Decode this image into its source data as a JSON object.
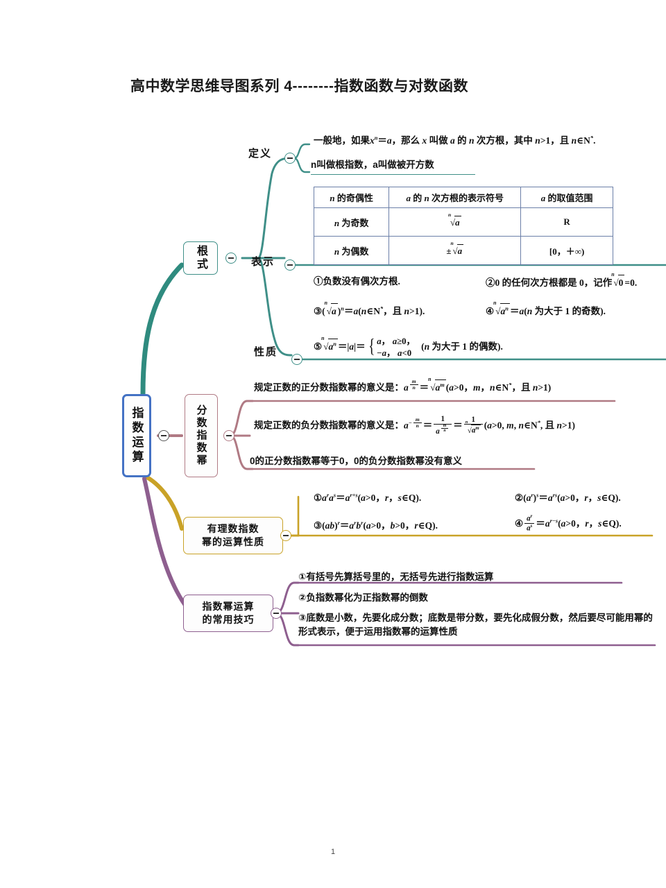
{
  "document": {
    "title": "高中数学思维导图系列 4--------指数函数与对数函数",
    "page_number": "1"
  },
  "colors": {
    "root_border": "#4472c4",
    "branch_teal": "#3f8f88",
    "branch_mauve": "#b07a84",
    "branch_gold": "#c9a227",
    "branch_purple": "#8e5f8f",
    "table_border": "#6b7fa8"
  },
  "mindmap": {
    "root": {
      "label": "指数运算"
    },
    "branches": [
      {
        "id": "radical",
        "label": "根式",
        "color": "#3f8f88",
        "children": [
          {
            "id": "definition",
            "label": "定义",
            "items": [
              "一般地，如果 xⁿ=a，那么 x 叫做 a 的 n 次方根，其中 n>1，且 n∈N*.",
              "n叫做根指数，a叫做被开方数"
            ]
          },
          {
            "id": "representation",
            "label": "表示",
            "table": {
              "headers": [
                "n 的奇偶性",
                "a 的 n 次方根的表示符号",
                "a 的取值范围"
              ],
              "rows": [
                [
                  "n 为奇数",
                  "ⁿ√a",
                  "R"
                ],
                [
                  "n 为偶数",
                  "±ⁿ√a",
                  "[0，+∞)"
                ]
              ]
            }
          },
          {
            "id": "properties",
            "label": "性质",
            "items": [
              "①负数没有偶次方根.",
              "②0 的任何次方根都是 0，记作 ⁿ√0=0.",
              "③(ⁿ√a)ⁿ=a(n∈N*，且 n>1).",
              "④ⁿ√aⁿ=a(n 为大于 1 的奇数).",
              "⑤ⁿ√aⁿ=|a|={ a, a≥0, −a, a<0  (n 为大于 1 的偶数)."
            ]
          }
        ]
      },
      {
        "id": "fractional-exponent",
        "label": "分数指数幂",
        "color": "#b07a84",
        "items": [
          "规定正数的正分数指数幂的意义是：a^(m/n)=ⁿ√aᵐ(a>0，m，n∈N*，且 n>1)",
          "规定正数的负分数指数幂的意义是：a^(−m/n)=1/a^(m/n)=1/ⁿ√aᵐ(a>0, m, n∈N*, 且 n>1)",
          "0的正分数指数幂等于0，0的负分数指数幂没有意义"
        ]
      },
      {
        "id": "rational-exponent-rules",
        "label": "有理数指数幂\n的运算性质",
        "label_line1": "有理数指数",
        "label_line2": "幂的运算性质",
        "color": "#c9a227",
        "items": [
          "①aʳaˢ=aʳ⁺ˢ(a>0，r，s∈Q).",
          "②(aʳ)ˢ=aʳˢ(a>0，r，s∈Q).",
          "③(ab)ʳ=aʳbʳ(a>0，b>0，r∈Q).",
          "④aʳ/aˢ=aʳ⁻ˢ(a>0，r，s∈Q)."
        ]
      },
      {
        "id": "exponent-tricks",
        "label": "指数幂运算\n的常用技巧",
        "label_line1": "指数幂运算",
        "label_line2": "的常用技巧",
        "color": "#8e5f8f",
        "items": [
          "①有括号先算括号里的，无括号先进行指数运算",
          "②负指数幂化为正指数幂的倒数",
          "③底数是小数，先要化成分数；底数是带分数，要先化成假分数，然后要尽可能用幂的形式表示，便于运用指数幂的运算性质"
        ]
      }
    ]
  }
}
